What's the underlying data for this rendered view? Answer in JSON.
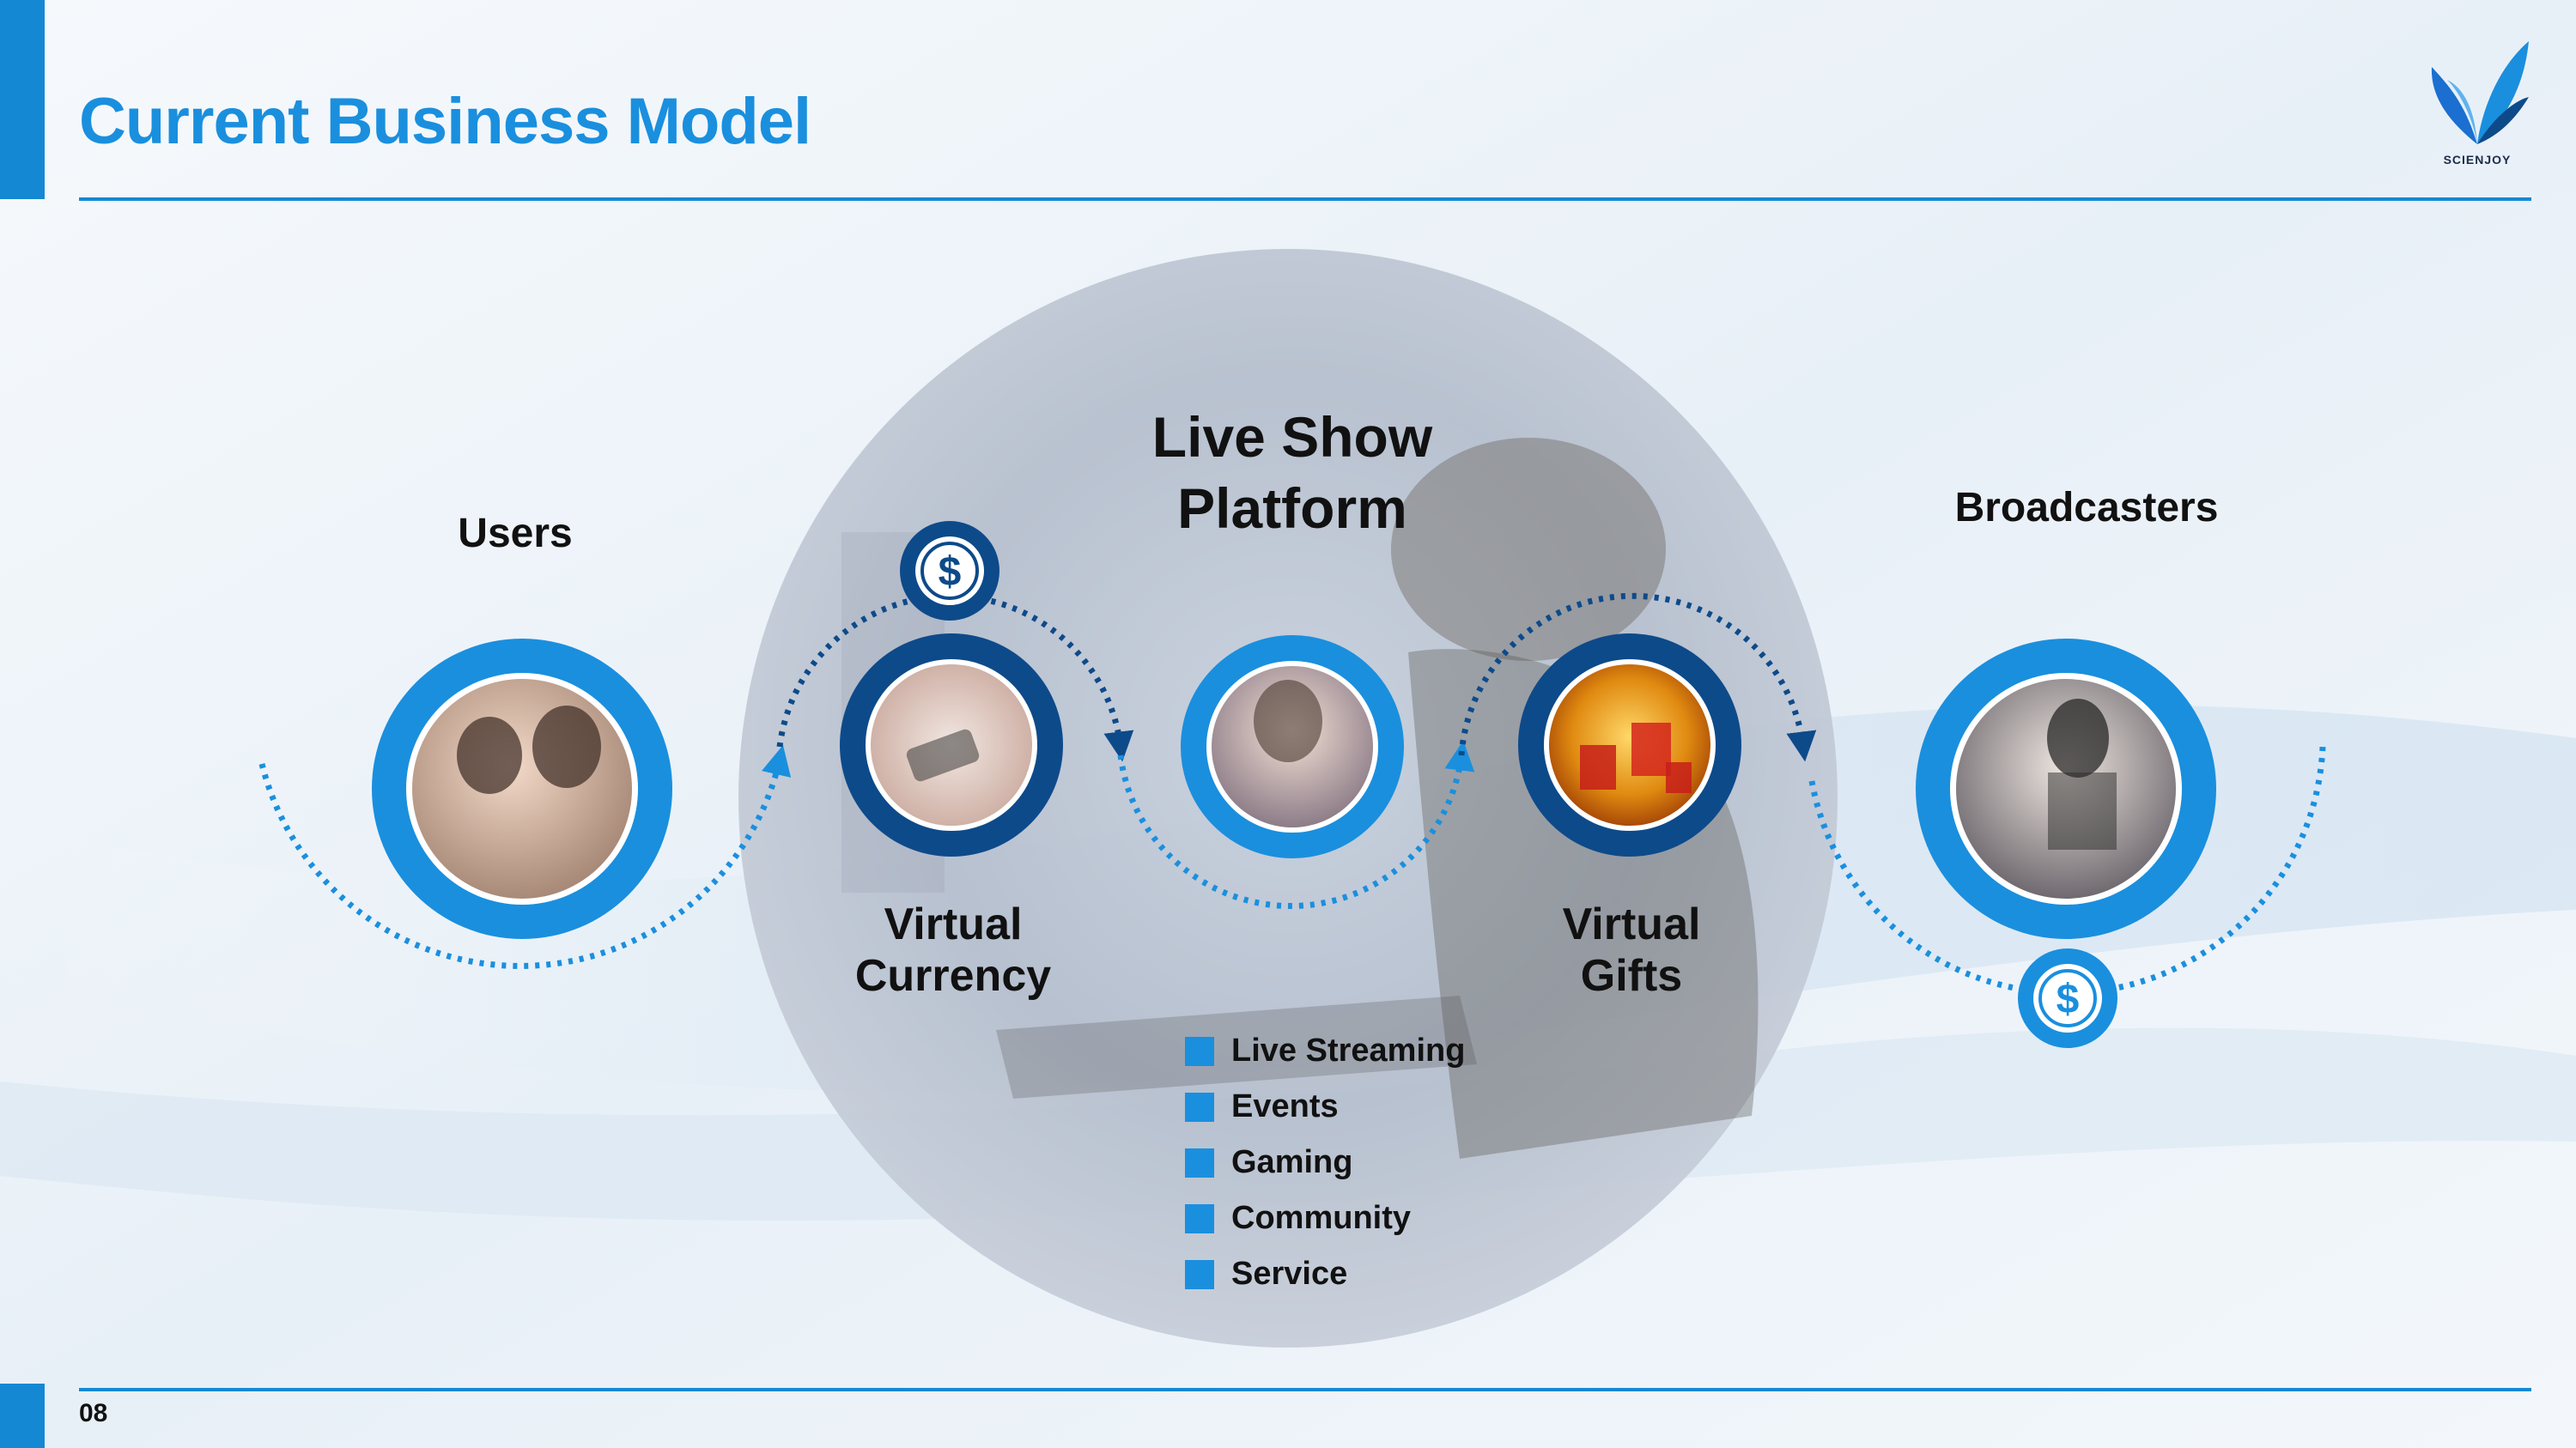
{
  "header": {
    "title": "Current Business Model"
  },
  "logo": {
    "text": "SCIENJOY"
  },
  "diagram": {
    "users_label": "Users",
    "platform_title_line1": "Live Show",
    "platform_title_line2": "Platform",
    "broadcasters_label": "Broadcasters",
    "virtual_currency_line1": "Virtual",
    "virtual_currency_line2": "Currency",
    "virtual_gifts_line1": "Virtual",
    "virtual_gifts_line2": "Gifts",
    "dollar_symbol": "$",
    "platform_items": [
      "Live Streaming",
      "Events",
      "Gaming",
      "Community",
      "Service"
    ],
    "photos": [
      "users-photo",
      "virtual-currency-photo",
      "platform-photo",
      "virtual-gifts-photo",
      "broadcaster-photo"
    ]
  },
  "footer": {
    "page_number": "08"
  },
  "colors": {
    "accent": "#1a8fde",
    "ring_light": "#1a8fde",
    "ring_dark": "#0d4a8a",
    "dotted": "#1a8fde"
  }
}
